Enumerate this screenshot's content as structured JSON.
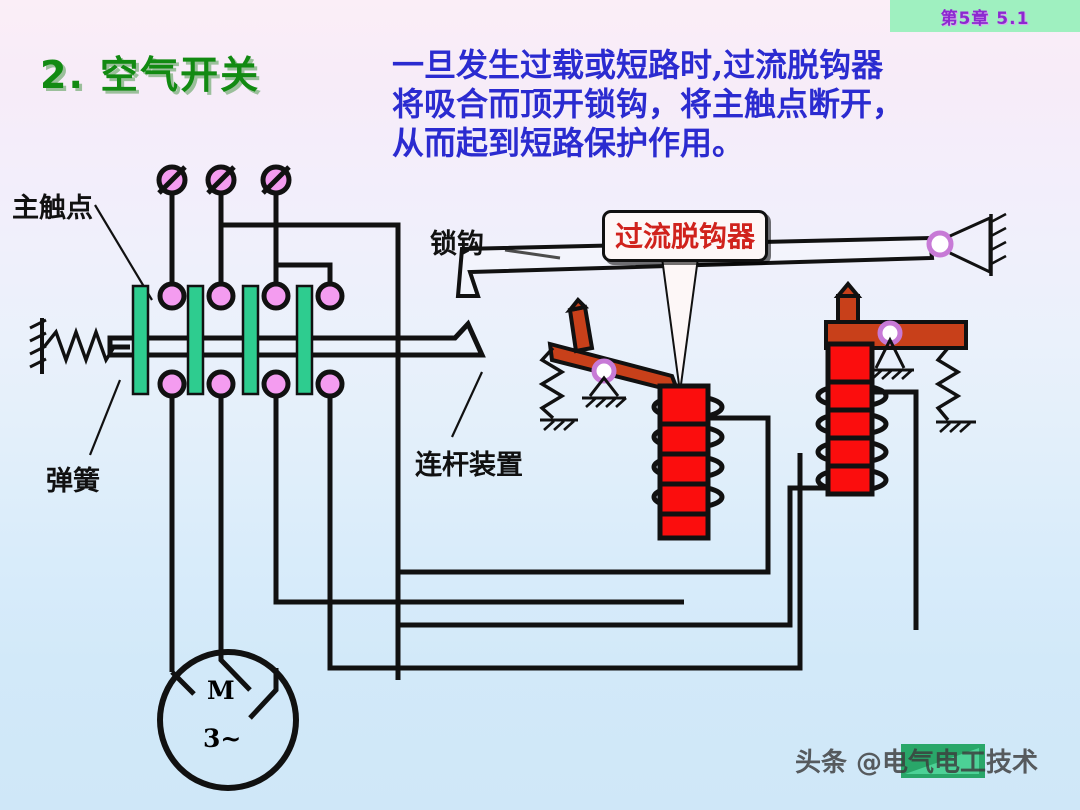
{
  "header": {
    "chapter_label": "第5章  5.1",
    "banner_color": "#9ff0c0",
    "text_color": "#8c29d0"
  },
  "title": {
    "text": "2.  空气开关",
    "color": "#128a12"
  },
  "body": {
    "color": "#2b2bd0",
    "lines": [
      "一旦发生过载或短路时,过流脱钩器",
      "将吸合而顶开锁钩，将主触点断开，",
      "从而起到短路保护作用。"
    ]
  },
  "diagram": {
    "labels": {
      "main_contacts": "主触点",
      "spring": "弹簧",
      "linkage": "连杆装置",
      "latch_hook": "锁钩",
      "overcurrent_release": "过流脱钩器"
    },
    "motor": {
      "symbol": "M",
      "phase": "3~"
    },
    "colors": {
      "contact_green": "#2ecc8f",
      "terminal_pink": "#f49cf0",
      "armature_red": "#fb0d0d",
      "lever_red": "#c8401a",
      "wire_black": "#111111",
      "callout_red": "#d0221c"
    }
  },
  "watermark": {
    "text": "头条 @电气电工技术",
    "logo_color": "#17a05a"
  }
}
